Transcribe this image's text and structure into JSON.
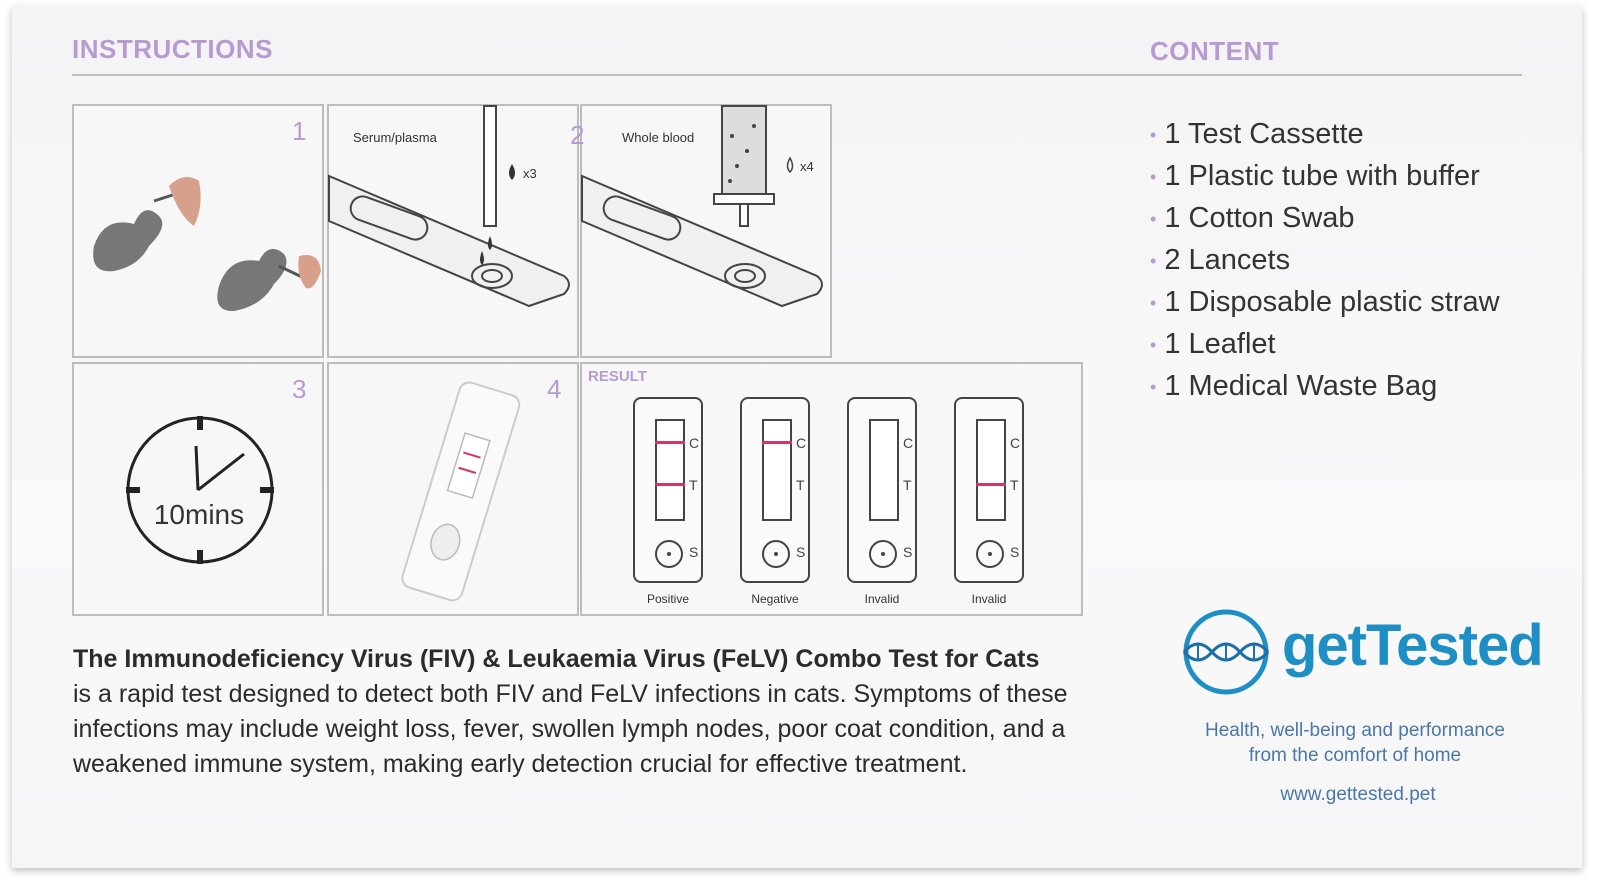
{
  "instructions": {
    "heading": "INSTRUCTIONS",
    "steps": [
      {
        "number": "1"
      },
      {
        "number": "2",
        "serum_label": "Serum/plasma",
        "serum_drops": "x3",
        "blood_label": "Whole blood",
        "blood_drops": "x4"
      },
      {
        "number": "3",
        "timer": "10mins"
      },
      {
        "number": "4"
      }
    ],
    "result": {
      "label": "RESULT",
      "strips": [
        {
          "caption": "Positive",
          "c_line": true,
          "t_line": true
        },
        {
          "caption": "Negative",
          "c_line": true,
          "t_line": false
        },
        {
          "caption": "Invalid",
          "c_line": false,
          "t_line": false
        },
        {
          "caption": "Invalid",
          "c_line": false,
          "t_line": true
        }
      ],
      "letters": {
        "c": "C",
        "t": "T",
        "s": "S"
      }
    }
  },
  "content": {
    "heading": "CONTENT",
    "items": [
      "1 Test Cassette",
      "1 Plastic tube with buffer",
      "1 Cotton Swab",
      "2 Lancets",
      "1 Disposable plastic straw",
      "1 Leaflet",
      "1 Medical Waste Bag"
    ]
  },
  "description": {
    "lead": "The Immunodeficiency Virus (FIV) & Leukaemia Virus (FeLV) Combo Test for Cats",
    "body": "is a rapid test designed to detect both FIV and FeLV infections in cats. Symptoms of these infections may include weight loss, fever, swollen lymph nodes, poor coat condition, and a weakened immune system, making early detection crucial for effective treatment."
  },
  "brand": {
    "name": "getTested",
    "icon": "dna-helix-icon",
    "tagline_line1": "Health, well-being and performance",
    "tagline_line2": "from the comfort of home",
    "url": "www.gettested.pet"
  },
  "colors": {
    "accent": "#b79bd0",
    "brand_blue": "#1e8fc4",
    "test_line": "#d6336c"
  }
}
